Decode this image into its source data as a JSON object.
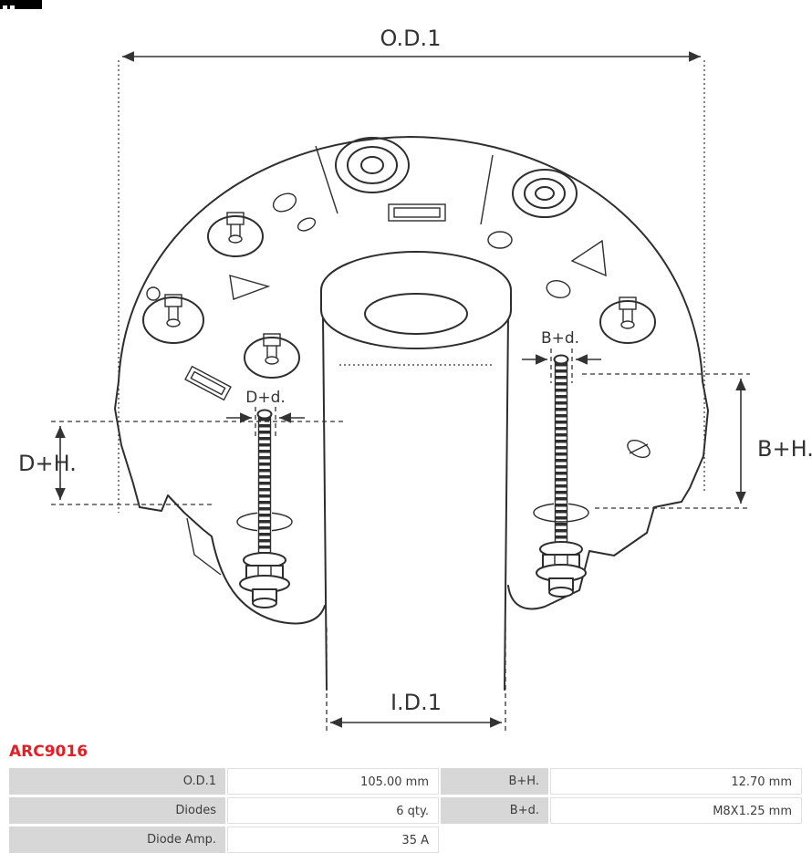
{
  "part_number": "ARC9016",
  "accent_color": "#e41e26",
  "drawing": {
    "labels": {
      "od1": "O.D.1",
      "id1": "I.D.1",
      "dh": "D+H.",
      "bh": "B+H.",
      "bd": "B+d.",
      "dd": "D+d."
    }
  },
  "specs": {
    "rows": [
      [
        "O.D.1",
        "105.00 mm",
        "B+H.",
        "12.70 mm"
      ],
      [
        "Diodes",
        "6 qty.",
        "B+d.",
        "M8X1.25 mm"
      ],
      [
        "Diode Amp.",
        "35 A",
        "",
        ""
      ]
    ]
  }
}
